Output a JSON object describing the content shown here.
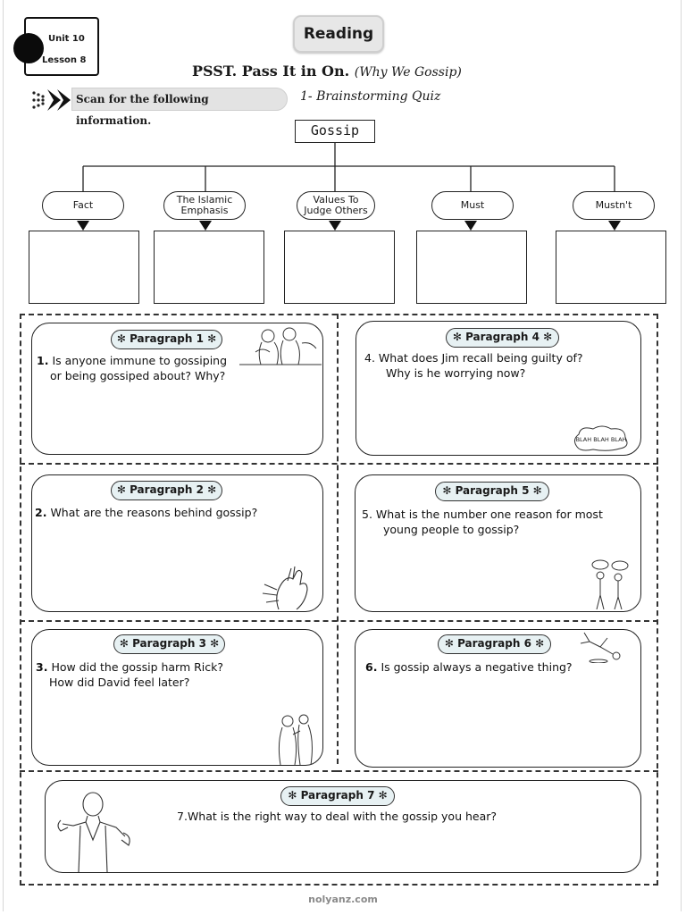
{
  "header": {
    "unit": "Unit 10",
    "lesson": "Lesson 8",
    "section": "Reading",
    "title": "PSST. Pass It in On.",
    "subtitle": "(Why We Gossip)",
    "instruction": "Scan for the following information.",
    "quiz_label": "1- Brainstorming Quiz"
  },
  "mind_map": {
    "center": "Gossip",
    "categories": [
      {
        "label_1": "Fact",
        "label_2": ""
      },
      {
        "label_1": "The Islamic",
        "label_2": "Emphasis"
      },
      {
        "label_1": "Values To",
        "label_2": "Judge Others"
      },
      {
        "label_1": "Must",
        "label_2": ""
      },
      {
        "label_1": "Mustn't",
        "label_2": ""
      }
    ]
  },
  "paragraphs": [
    {
      "label": "Paragraph 1",
      "number": "1.",
      "line_1": "Is anyone immune to gossiping",
      "line_2": "or being gossiped about? Why?"
    },
    {
      "label": "Paragraph 2",
      "number": "2.",
      "line_1": "What are the reasons behind gossip?",
      "line_2": ""
    },
    {
      "label": "Paragraph 3",
      "number": "3.",
      "line_1": "How did the gossip harm Rick?",
      "line_2": "How did David feel later?"
    },
    {
      "label": "Paragraph 4",
      "number": "4.",
      "line_1": "What does Jim recall being guilty of?",
      "line_2": "Why is he worrying now?"
    },
    {
      "label": "Paragraph 5",
      "number": "5.",
      "line_1": "What is the number one reason for most",
      "line_2": "young people to gossip?"
    },
    {
      "label": "Paragraph 6",
      "number": "6.",
      "line_1": "Is gossip always a negative thing?",
      "line_2": ""
    },
    {
      "label": "Paragraph 7",
      "number": "7.",
      "line_1": "What is the right way to deal with the gossip you hear?",
      "line_2": ""
    }
  ],
  "sketch_text": {
    "blah": "BLAH BLAH BLAH"
  },
  "footer": {
    "site": "nolyanz.com"
  },
  "colors": {
    "chip_fill": "#e7f1f3",
    "title_chip": "#e7e7e7",
    "banner": "#e3e3e3"
  }
}
